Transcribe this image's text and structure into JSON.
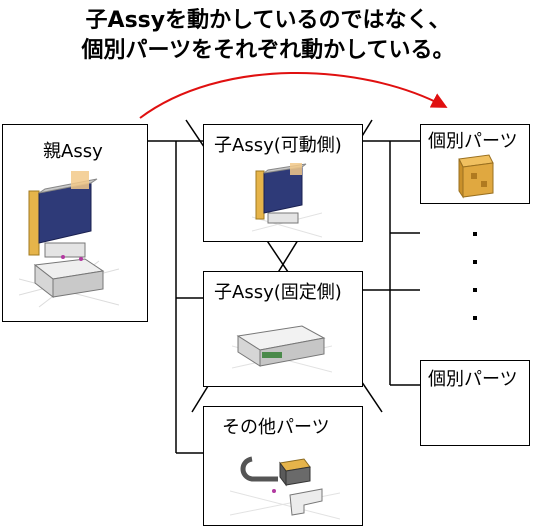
{
  "title": {
    "line1": "子Assyを動かしているのではなく、",
    "line2": "個別パーツをそれぞれ動かしている。"
  },
  "boxes": {
    "parent": "親Assy",
    "child_movable": "子Assy(可動側)",
    "child_fixed": "子Assy(固定側)",
    "other_parts": "その他パーツ",
    "part_top": "個別パーツ",
    "part_bottom": "個別パーツ"
  },
  "colors": {
    "arrow": "#e01010",
    "line": "#000000",
    "yellow": "#e6b44a",
    "navy": "#2e3a78",
    "gray": "#d6d6d6",
    "panel": "#f4f4f4"
  },
  "icons": {
    "parent": "assembly-3d-icon",
    "child_movable": "display-unit-3d-icon",
    "child_fixed": "base-case-3d-icon",
    "other": "hook-and-parts-3d-icon",
    "part": "bracket-3d-icon"
  }
}
